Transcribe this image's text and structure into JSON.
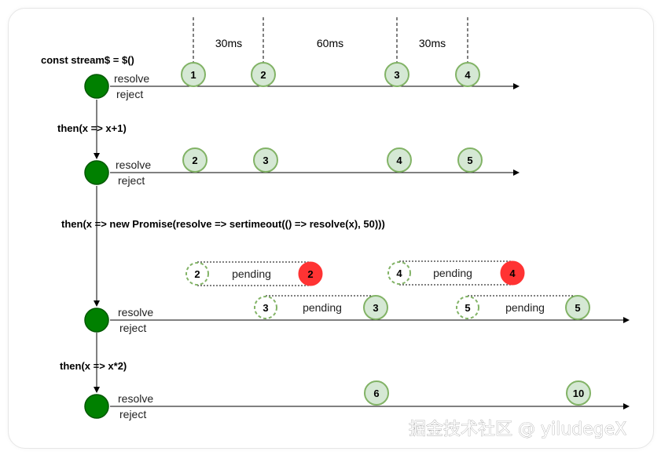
{
  "code": {
    "stream": "const stream$  = $()",
    "then1": "then(x => x+1)",
    "then2": "then(x => new Promise(resolve => sertimeout(() => resolve(x), 50)))",
    "then3": "then(x => x*2)"
  },
  "labels": {
    "resolve": "resolve",
    "reject": "reject",
    "pending": "pending"
  },
  "intervals": [
    "30ms",
    "60ms",
    "30ms"
  ],
  "row1": [
    "1",
    "2",
    "3",
    "4"
  ],
  "row2": [
    "2",
    "3",
    "4",
    "5"
  ],
  "pending_top": [
    [
      "2",
      "2"
    ],
    [
      "4",
      "4"
    ]
  ],
  "pending_bottom": [
    [
      "3",
      "3"
    ],
    [
      "5",
      "5"
    ]
  ],
  "row4": [
    "6",
    "10"
  ],
  "watermark": "掘金技术社区 @ yiludegeX",
  "colors": {
    "green_dark": "#008000",
    "green_light": "#d5e8d4",
    "green_stroke": "#82b366",
    "red": "#ff3333"
  }
}
